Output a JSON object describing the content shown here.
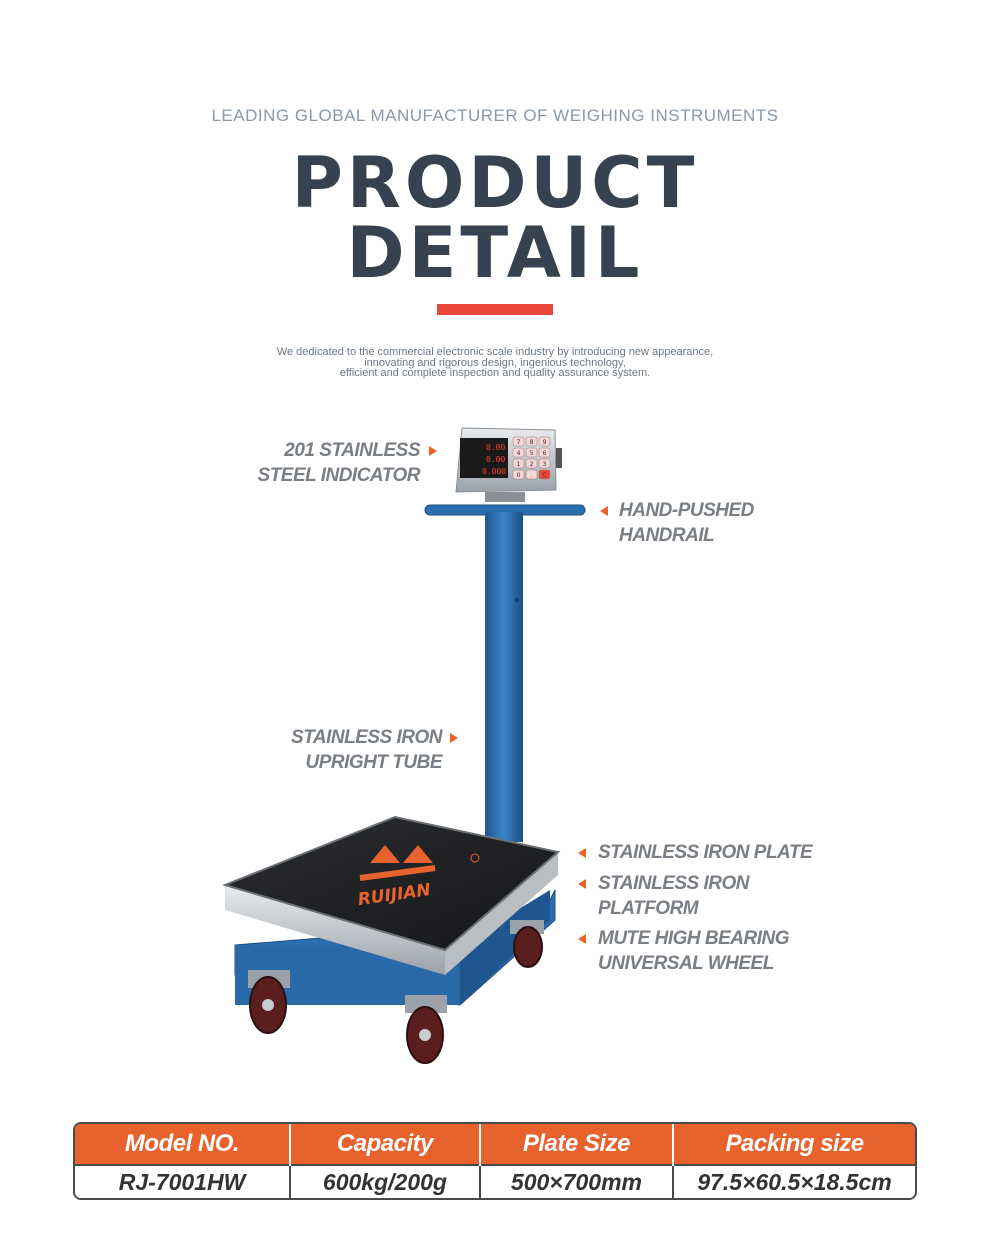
{
  "header": {
    "tagline": "LEADING GLOBAL MANUFACTURER OF WEIGHING INSTRUMENTS",
    "title_line1": "PRODUCT",
    "title_line2": "DETAIL",
    "description_line1": "We dedicated to the commercial electronic scale industry by introducing new appearance,",
    "description_line2": "innovating and rigorous design, ingenious technology,",
    "description_line3": "efficient and complete inspection and quality assurance system."
  },
  "callouts": {
    "indicator": {
      "line1": "201 STAINLESS",
      "line2": "STEEL INDICATOR"
    },
    "handrail": {
      "line1": "HAND-PUSHED",
      "line2": "HANDRAIL"
    },
    "tube": {
      "line1": "STAINLESS IRON",
      "line2": "UPRIGHT TUBE"
    },
    "plate": {
      "line1": "STAINLESS IRON PLATE"
    },
    "platform": {
      "line1": "STAINLESS IRON",
      "line2": "PLATFORM"
    },
    "wheel": {
      "line1": "MUTE HIGH BEARING",
      "line2": "UNIVERSAL WHEEL"
    }
  },
  "product": {
    "brand_logo_text": "RUIJIAN",
    "display_readouts": [
      "0.00",
      "0.00",
      "0.000"
    ],
    "keypad_keys": [
      "7",
      "8",
      "9",
      "4",
      "5",
      "6",
      "1",
      "2",
      "3",
      "0",
      ".",
      "C"
    ]
  },
  "specs": {
    "headers": [
      "Model NO.",
      "Capacity",
      "Plate Size",
      "Packing size"
    ],
    "values": [
      "RJ-7001HW",
      "600kg/200g",
      "500×700mm",
      "97.5×60.5×18.5cm"
    ]
  },
  "colors": {
    "accent": "#e8622e",
    "red_bar": "#e8473a",
    "title": "#36424f",
    "scale_blue": "#2c6fb0"
  }
}
